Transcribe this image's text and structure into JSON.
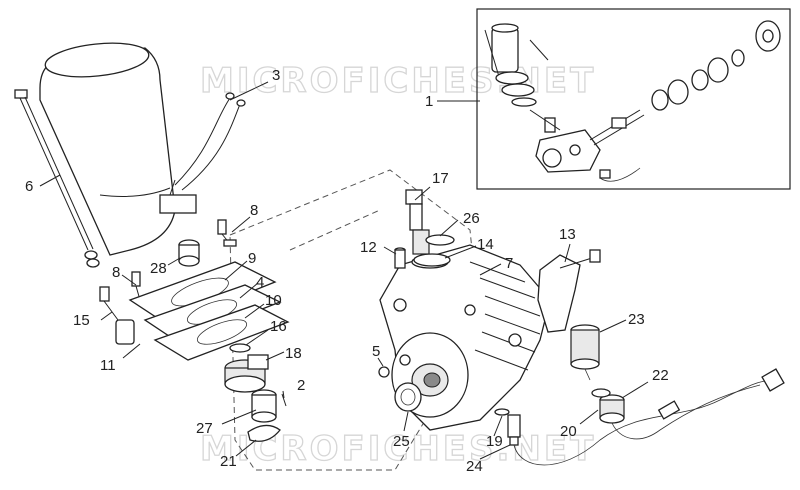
{
  "watermark": {
    "top": "MICROFICHES.NET",
    "bottom": "MICROFICHES.NET"
  },
  "callouts": {
    "c1": "1",
    "c2": "2",
    "c3": "3",
    "c4": "4",
    "c5": "5",
    "c6": "6",
    "c7": "7",
    "c8a": "8",
    "c8b": "8",
    "c9": "9",
    "c10": "10",
    "c11": "11",
    "c12": "12",
    "c13": "13",
    "c14": "14",
    "c15": "15",
    "c16": "16",
    "c17": "17",
    "c18": "18",
    "c19": "19",
    "c20": "20",
    "c21": "21",
    "c22": "22",
    "c23": "23",
    "c24": "24",
    "c25": "25",
    "c26": "26",
    "c27": "27",
    "c28": "28"
  },
  "colors": {
    "line": "#222222",
    "background": "#ffffff",
    "watermark": "#d6d6d6"
  }
}
